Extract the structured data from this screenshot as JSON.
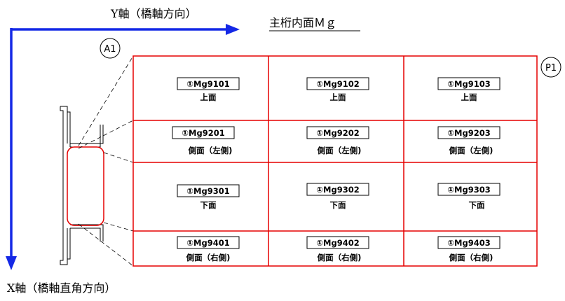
{
  "title": "主桁内面Ｍｇ",
  "y_axis_label": "Y軸（橋軸方向）",
  "x_axis_label": "X軸（橋軸直角方向）",
  "markers": {
    "left": "A1",
    "right": "P1"
  },
  "colors": {
    "axis": "#1428e6",
    "grid": "#e60000",
    "section": "#e60000",
    "line": "#000000"
  },
  "rows": [
    {
      "position": "上面",
      "cells": [
        {
          "code": "①Mg9101"
        },
        {
          "code": "①Mg9102"
        },
        {
          "code": "①Mg9103"
        }
      ]
    },
    {
      "position": "側面（左側)",
      "cells": [
        {
          "code": "①Mg9201"
        },
        {
          "code": "①Mg9202"
        },
        {
          "code": "①Mg9203"
        }
      ]
    },
    {
      "position": "下面",
      "cells": [
        {
          "code": "①Mg9301"
        },
        {
          "code": "①Mg9302"
        },
        {
          "code": "①Mg9303"
        }
      ]
    },
    {
      "position": "側面（右側)",
      "cells": [
        {
          "code": "①Mg9401"
        },
        {
          "code": "①Mg9402"
        },
        {
          "code": "①Mg9403"
        }
      ]
    }
  ]
}
